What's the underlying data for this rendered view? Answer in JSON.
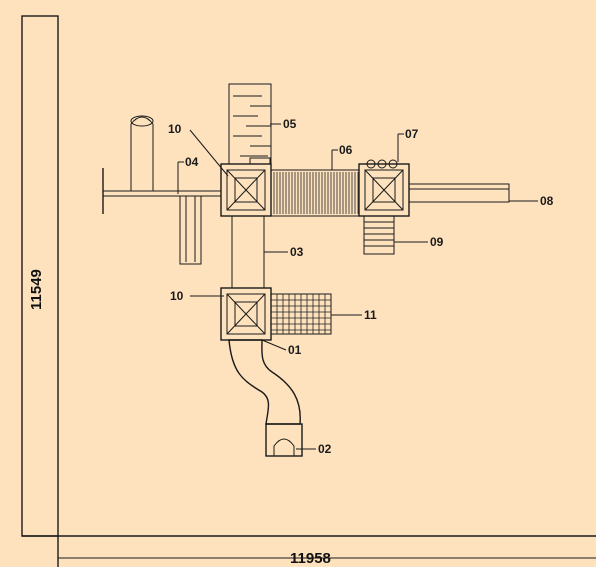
{
  "dimensions": {
    "width_label": "11958",
    "height_label": "11549"
  },
  "callouts": {
    "c01": "01",
    "c02": "02",
    "c03": "03",
    "c04": "04",
    "c05": "05",
    "c06": "06",
    "c07": "07",
    "c08": "08",
    "c09": "09",
    "c10_top": "10",
    "c10_bottom": "10",
    "c11": "11"
  }
}
